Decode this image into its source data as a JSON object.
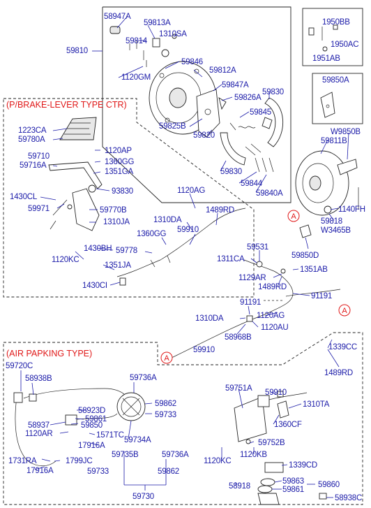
{
  "sections": {
    "brake_lever": "(P/BRAKE-LEVER TYPE CTR)",
    "air_parking": "(AIR PAPKING TYPE)"
  },
  "ref_marker": "A",
  "labels": {
    "l58947A": "58947A",
    "l59813A": "59813A",
    "l1310SA": "1310SA",
    "l59814": "59814",
    "l59810": "59810",
    "l1120GM": "1120GM",
    "l59846": "59846",
    "l59812A": "59812A",
    "l59847A": "59847A",
    "l59826A": "59826A",
    "l59830a": "59830",
    "l59845": "59845",
    "l59825B": "59825B",
    "l59820": "59820",
    "l59830b": "59830",
    "l59844": "59844",
    "l59840A": "59840A",
    "l1950BB": "1950BB",
    "l1950AC": "1950AC",
    "l1951AB": "1951AB",
    "l59850A": "59850A",
    "l59811B": "59811B",
    "lW9850B": "W9850B",
    "l1140FH": "1140FH",
    "l59818": "59818",
    "lW3465B": "W3465B",
    "l59850D": "59850D",
    "l1223CA": "1223CA",
    "l59780A": "59780A",
    "l59710": "59710",
    "l59716A": "59716A",
    "l1120AP": "1120AP",
    "l1360GGa": "1360GG",
    "l1351GA": "1351GA",
    "l93830": "93830",
    "l1430CL": "1430CL",
    "l59971": "59971",
    "l59770B": "59770B",
    "l1310JA": "1310JA",
    "l1120AG": "1120AG",
    "l1310DA": "1310DA",
    "l1489RDa": "1489RD",
    "l59910a": "59910",
    "l1360GGb": "1360GG",
    "l1430BH": "1430BH",
    "l59778": "59778",
    "l1120KCa": "1120KC",
    "l1351JA": "1351JA",
    "l1430CI": "1430CI",
    "l59531": "59531",
    "l1311CA": "1311CA",
    "l1351AB": "1351AB",
    "l1129AR": "1129AR",
    "l1489RDb": "1489RD",
    "l91191a": "91191",
    "l91191b": "91191",
    "l1310DAb": "1310DA",
    "l1120AGb": "1120AG",
    "l58968B": "58968B",
    "l1120AU": "1120AU",
    "l59910b": "59910",
    "l1339CC": "1339CC",
    "l1489RDc": "1489RD",
    "l59720C": "59720C",
    "l58938B": "58938B",
    "l59736Aa": "59736A",
    "l58923D": "58923D",
    "l59861a": "59861",
    "l59862a": "59862",
    "l59733a": "59733",
    "l58937": "58937",
    "l59850": "59850",
    "l1120AR": "1120AR",
    "l1571TC": "1571TC",
    "l17916Aa": "17916A",
    "l59734A": "59734A",
    "l1731RA": "1731RA",
    "l1799JC": "1799JC",
    "l17916Ab": "17916A",
    "l59735B": "59735B",
    "l59736Ab": "59736A",
    "l59733b": "59733",
    "l59862b": "59862",
    "l59730": "59730",
    "l59751A": "59751A",
    "l59910c": "59910",
    "l1310TA": "1310TA",
    "l1360CF": "1360CF",
    "l59752B": "59752B",
    "l1120KCb": "1120KC",
    "l1120KB": "1120KB",
    "l1339CD": "1339CD",
    "l59863": "59863",
    "l59861b": "59861",
    "l59860": "59860",
    "l58918": "58918",
    "l58938C": "58938C"
  }
}
